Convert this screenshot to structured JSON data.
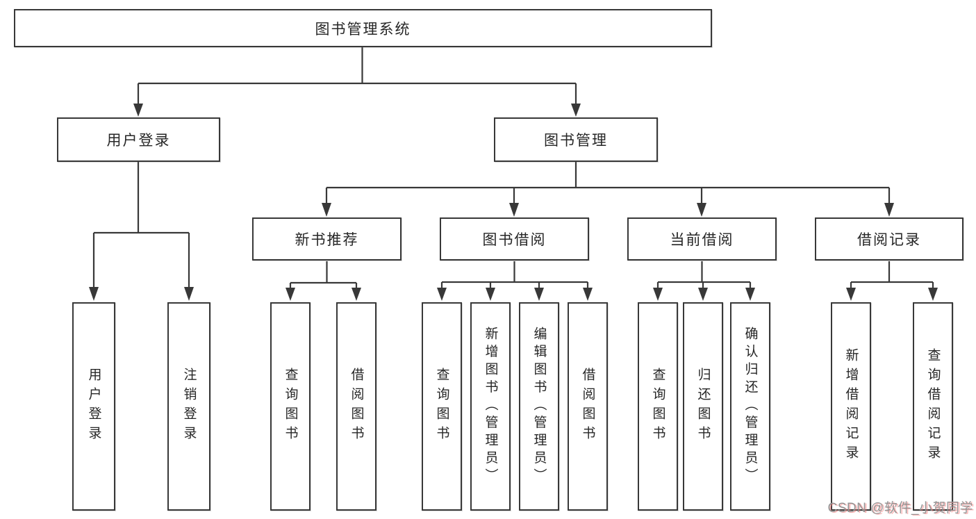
{
  "diagram": {
    "root": {
      "label": "图书管理系统"
    },
    "level2": [
      {
        "label": "用户登录"
      },
      {
        "label": "图书管理"
      }
    ],
    "level3": [
      {
        "label": "新书推荐"
      },
      {
        "label": "图书借阅"
      },
      {
        "label": "当前借阅"
      },
      {
        "label": "借阅记录"
      }
    ],
    "leaves": {
      "user_login": [
        "用户登录",
        "注销登录"
      ],
      "new_book": [
        "查询图书",
        "借阅图书"
      ],
      "book_borrow": [
        "查询图书",
        "新增图书（管理员）",
        "编辑图书（管理员）",
        "借阅图书"
      ],
      "current_borrow": [
        "查询图书",
        "归还图书",
        "确认归还（管理员）"
      ],
      "records": [
        "新增借阅记录",
        "查询借阅记录"
      ]
    }
  },
  "watermark": {
    "text": "CSDN @软件_小贺同学"
  },
  "colors": {
    "line": "#383838",
    "box_border": "#383838",
    "text": "#262626",
    "watermark": "#949494"
  }
}
